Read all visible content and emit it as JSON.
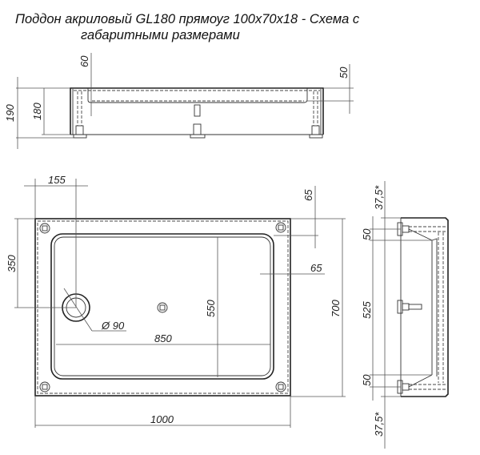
{
  "title": {
    "line1": "Поддон акриловый  GL180 прямоуг 100x70x18 - Схема с",
    "line2": "габаритными размерами"
  },
  "side_view": {
    "dim_total_height": "190",
    "dim_body_height": "180",
    "dim_left_offset": "60",
    "dim_right_rim": "50"
  },
  "top_view": {
    "dim_drain_x": "155",
    "dim_drain_y": "350",
    "dim_drain_diameter": "Ø 90",
    "dim_inner_width": "850",
    "dim_inner_height": "550",
    "dim_rim_top": "65",
    "dim_rim_right": "65",
    "dim_total_width": "1000",
    "dim_total_depth": "700"
  },
  "end_view": {
    "dim_top_offset": "37,5*",
    "dim_top_leg": "50",
    "dim_leg_span": "525",
    "dim_bottom_leg": "50",
    "dim_bottom_offset": "37,5*"
  },
  "colors": {
    "line": "#222222",
    "dimension": "#555555",
    "background": "#ffffff"
  }
}
